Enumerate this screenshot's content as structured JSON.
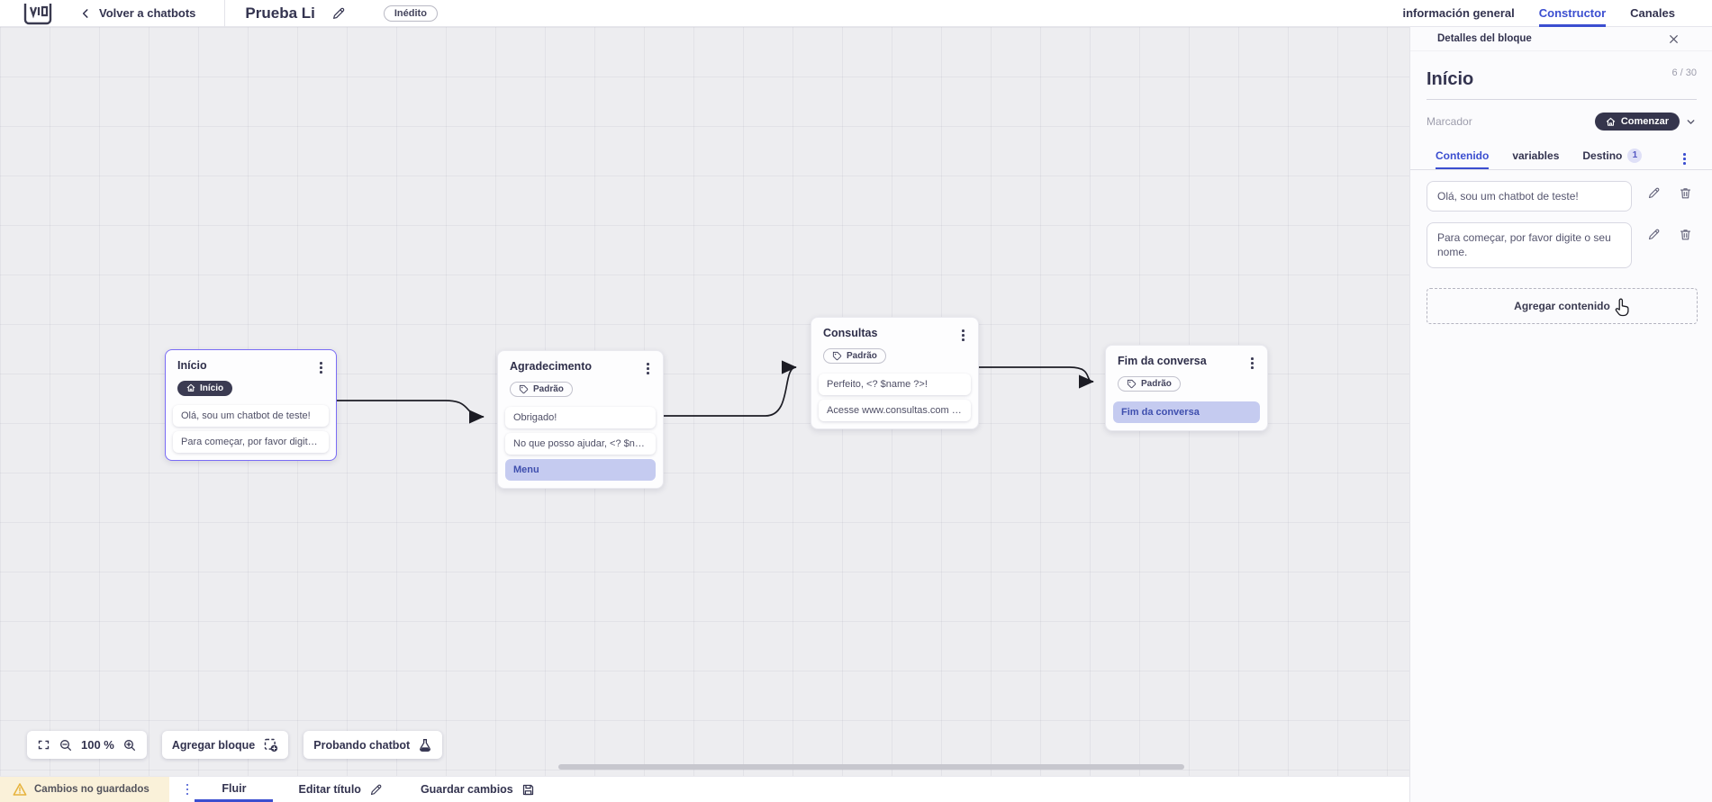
{
  "topbar": {
    "back_label": "Volver a chatbots",
    "title": "Prueba Li",
    "status_badge": "Inédito",
    "tabs": [
      {
        "label": "información general"
      },
      {
        "label": "Constructor"
      },
      {
        "label": "Canales"
      }
    ]
  },
  "canvas": {
    "zoom_level": "100 %",
    "add_block_label": "Agregar bloque",
    "test_chatbot_label": "Probando chatbot",
    "nodes": [
      {
        "title": "Início",
        "badge": "Início",
        "items": [
          {
            "text": "Olá, sou um chatbot de teste!"
          },
          {
            "text": "Para começar, por favor digite o ..."
          }
        ]
      },
      {
        "title": "Agradecimento",
        "badge": "Padrão",
        "items": [
          {
            "text": "Obrigado!"
          },
          {
            "text": "No que posso ajudar, <? $name ..."
          },
          {
            "text": "Menu"
          }
        ]
      },
      {
        "title": "Consultas",
        "badge": "Padrão",
        "items": [
          {
            "text": "Perfeito, <? $name ?>!"
          },
          {
            "text": "Acesse www.consultas.com par..."
          }
        ]
      },
      {
        "title": "Fim da conversa",
        "badge": "Padrão",
        "items": [
          {
            "text": "Fim da conversa"
          }
        ]
      }
    ]
  },
  "panel": {
    "header": "Detalles del bloque",
    "block_title": "Início",
    "char_counter": "6 / 30",
    "marker_label": "Marcador",
    "marker_value": "Comenzar",
    "tabs": [
      {
        "label": "Contenido"
      },
      {
        "label": "variables"
      },
      {
        "label": "Destino",
        "badge": "1"
      }
    ],
    "contents": [
      "Olá, sou um chatbot de teste!",
      "Para começar, por favor digite o seu nome."
    ],
    "add_content_label": "Agregar contenido"
  },
  "bottombar": {
    "unsaved_label": "Cambios no guardados",
    "flow_tab": "Fluir",
    "edit_title_label": "Editar título",
    "save_label": "Guardar cambios"
  },
  "colors": {
    "accent": "#3b4ed0",
    "node_selected_border": "#7a6cf5",
    "highlight_bg": "#c5cbf0",
    "highlight_text": "#3f4fae",
    "dark_badge_bg": "#3b3b52",
    "warning_bg": "#faf1d9",
    "warning_icon": "#e6b33d",
    "edge_color": "#1c1c24"
  }
}
